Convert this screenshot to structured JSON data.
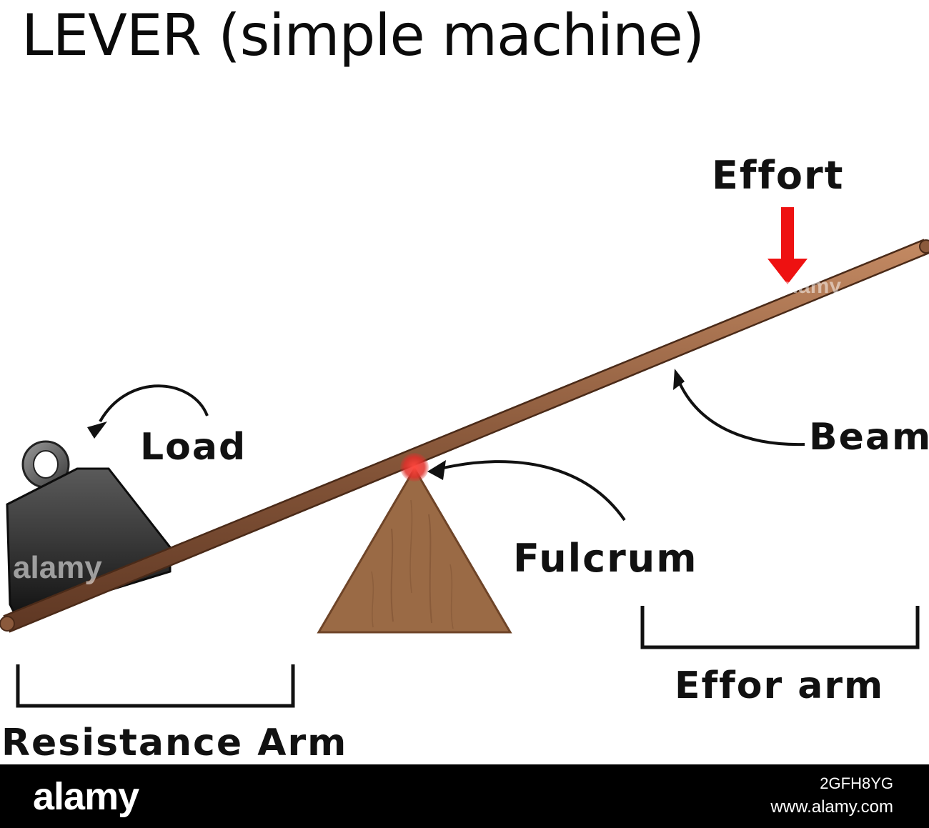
{
  "title": "LEVER (simple machine)",
  "labels": {
    "effort": "Effort",
    "load": "Load",
    "beam": "Beam",
    "fulcrum": "Fulcrum",
    "effort_arm": "Effor arm",
    "resistance_arm": "Resistance Arm"
  },
  "watermark": {
    "main": "alamy",
    "small": "alamy"
  },
  "footer": {
    "logo": "alamy",
    "image_id": "2GFH8YG",
    "url": "www.alamy.com"
  },
  "colors": {
    "beam": "#8b5a3c",
    "fulcrum": "#9a6a45",
    "weight": "#2f2f2f",
    "effort_arrow": "#ee1111",
    "pivot": "#e0302a"
  }
}
